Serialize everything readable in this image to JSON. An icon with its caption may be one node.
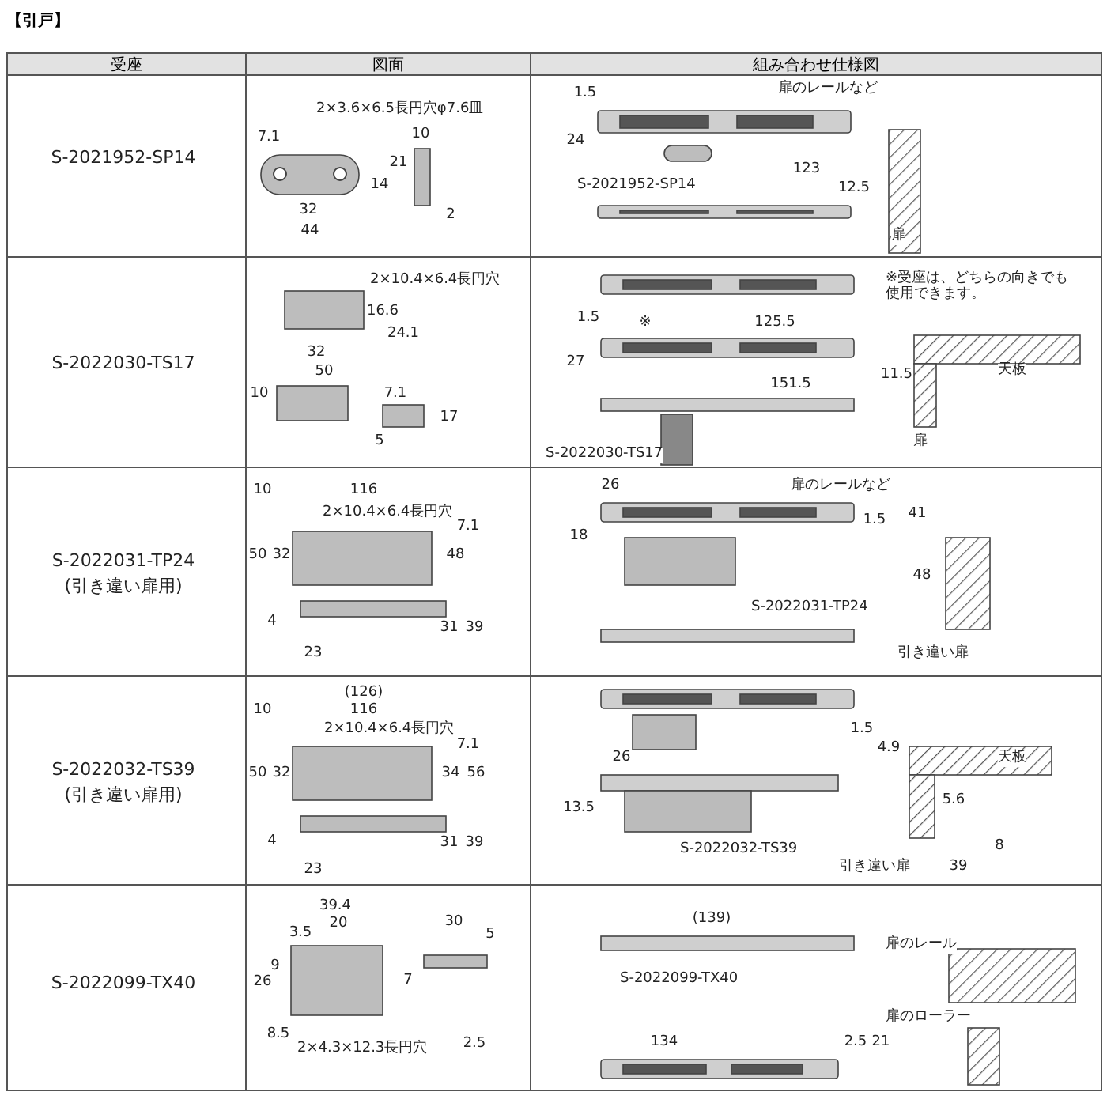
{
  "diagram": {
    "title": "【引戸】",
    "labels": [
      "受座",
      "図面",
      "組み合わせ仕様図",
      "S-2021952-SP14",
      "2×3.6×6.5長円穴φ7.6皿",
      "7.1",
      "10",
      "14",
      "21",
      "32",
      "44",
      "2",
      "1.5",
      "扉のレールなど",
      "24",
      "123",
      "S-2021952-SP14",
      "12.5",
      "扉",
      "S-2022030-TS17",
      "2×10.4×6.4長円穴",
      "16.6",
      "24.1",
      "32",
      "50",
      "10",
      "7.1",
      "17",
      "5",
      "※受座は、どちらの向きでも使用できます。",
      "1.5",
      "※",
      "125.5",
      "27",
      "151.5",
      "S-2022030-TS17",
      "11.5",
      "天板",
      "扉",
      "S-2022031-TP24",
      "(引き違い扉用)",
      "10",
      "116",
      "2×10.4×6.4長円穴",
      "7.1",
      "50",
      "32",
      "48",
      "4",
      "31",
      "39",
      "23",
      "26",
      "扉のレールなど",
      "1.5",
      "41",
      "18",
      "48",
      "S-2022031-TP24",
      "引き違い扉",
      "S-2022032-TS39",
      "(引き違い扉用)",
      "(126)",
      "10",
      "116",
      "2×10.4×6.4長円穴",
      "7.1",
      "50",
      "32",
      "34",
      "56",
      "4",
      "31",
      "39",
      "23",
      "1.5",
      "4.9",
      "26",
      "天板",
      "13.5",
      "5.6",
      "S-2022032-TS39",
      "8",
      "引き違い扉",
      "39",
      "S-2022099-TX40",
      "39.4",
      "20",
      "3.5",
      "30",
      "5",
      "9",
      "26",
      "7",
      "8.5",
      "2×4.3×12.3長円穴",
      "2.5",
      "(139)",
      "扉のレール",
      "S-2022099-TX40",
      "134",
      "扉のローラー",
      "2.5",
      "21"
    ]
  }
}
